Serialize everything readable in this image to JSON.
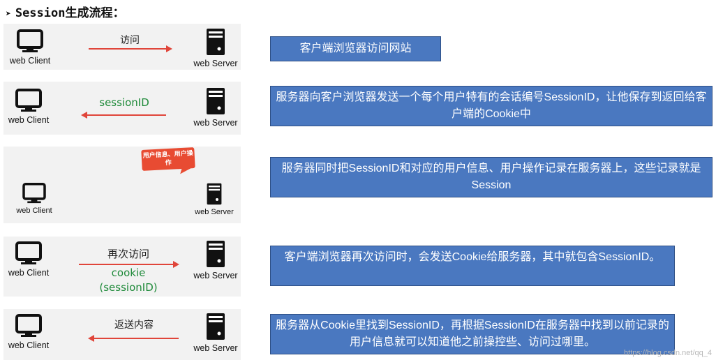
{
  "title": "Session生成流程：",
  "node_labels": {
    "client": "web Client",
    "server": "web Server"
  },
  "steps": [
    {
      "arrow_label": "访问",
      "desc": "客户端浏览器访问网站"
    },
    {
      "arrow_label": "sessionID",
      "desc": "服务器向客户浏览器发送一个每个用户特有的会话编号SessionID，让他保存到返回给客户端的Cookie中"
    },
    {
      "bubble": "用户信息、用户操作",
      "desc": "服务器同时把SessionID和对应的用户信息、用户操作记录在服务器上，这些记录就是Session"
    },
    {
      "arrow_label": "再次访问",
      "arrow_sub1": "cookie",
      "arrow_sub2": "(sessionID)",
      "desc": "客户端浏览器再次访问时，会发送Cookie给服务器，其中就包含SessionID。"
    },
    {
      "arrow_label": "返送内容",
      "desc": "服务器从Cookie里找到SessionID，再根据SessionID在服务器中找到以前记录的用户信息就可以知道他之前操控些、访问过哪里。"
    }
  ],
  "watermark": "https://blog.csdn.net/qq_4",
  "colors": {
    "arrow": "#e0453a",
    "desc_bg": "#4a78c0",
    "green": "#1f8a3a",
    "bubble": "#e84b32"
  },
  "icons": {
    "client": "monitor-icon",
    "server": "server-tower-icon"
  }
}
